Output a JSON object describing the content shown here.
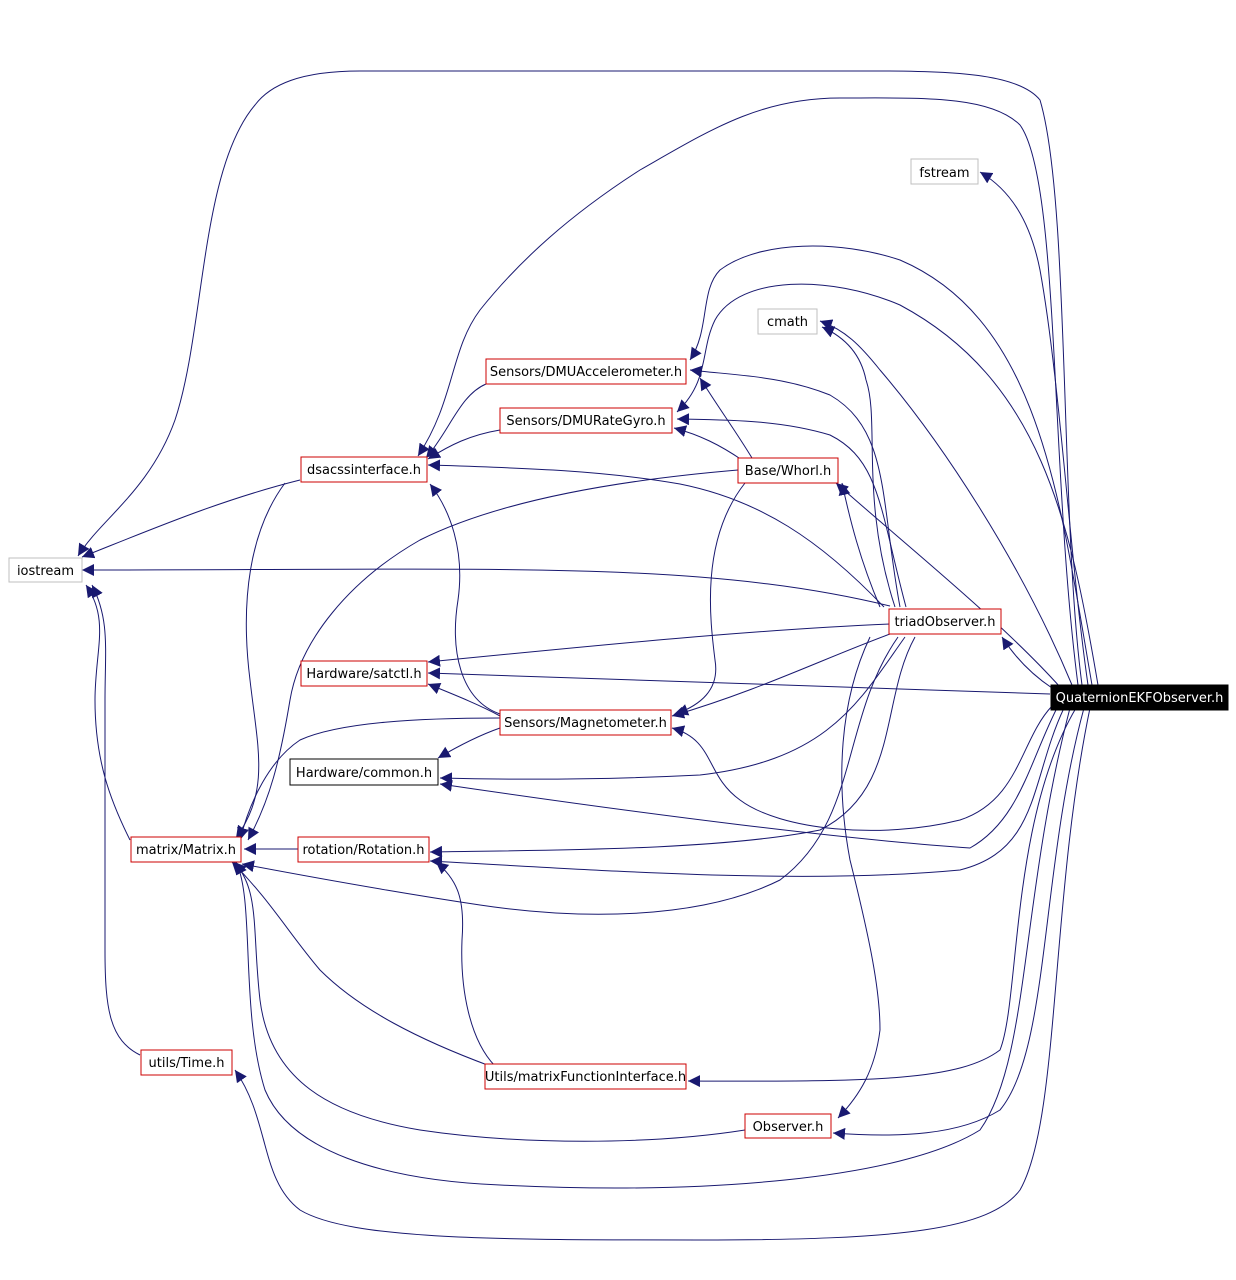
{
  "diagram": {
    "type": "include-dependency-graph",
    "colors": {
      "edge": "#191970",
      "arrowhead": "#191970",
      "documented_border": "#cc0000",
      "undocumented_border": "#bfbfbf",
      "plain_border": "#000000",
      "root_fill": "#000000",
      "root_text": "#ffffff",
      "text": "#000000"
    },
    "nodes": [
      {
        "id": "iostream",
        "label": "iostream",
        "kind": "external"
      },
      {
        "id": "fstream",
        "label": "fstream",
        "kind": "external"
      },
      {
        "id": "cmath",
        "label": "cmath",
        "kind": "external"
      },
      {
        "id": "dsacss",
        "label": "dsacssinterface.h",
        "kind": "documented"
      },
      {
        "id": "dmuaccel",
        "label": "Sensors/DMUAccelerometer.h",
        "kind": "documented"
      },
      {
        "id": "dmugyro",
        "label": "Sensors/DMURateGyro.h",
        "kind": "documented"
      },
      {
        "id": "whorl",
        "label": "Base/Whorl.h",
        "kind": "documented"
      },
      {
        "id": "triad",
        "label": "triadObserver.h",
        "kind": "documented"
      },
      {
        "id": "satctl",
        "label": "Hardware/satctl.h",
        "kind": "documented"
      },
      {
        "id": "magnet",
        "label": "Sensors/Magnetometer.h",
        "kind": "documented"
      },
      {
        "id": "common",
        "label": "Hardware/common.h",
        "kind": "plain"
      },
      {
        "id": "matrix",
        "label": "matrix/Matrix.h",
        "kind": "documented"
      },
      {
        "id": "rotation",
        "label": "rotation/Rotation.h",
        "kind": "documented"
      },
      {
        "id": "time",
        "label": "utils/Time.h",
        "kind": "documented"
      },
      {
        "id": "mfi",
        "label": "Utils/matrixFunctionInterface.h",
        "kind": "documented"
      },
      {
        "id": "observer",
        "label": "Observer.h",
        "kind": "documented"
      },
      {
        "id": "qekf",
        "label": "QuaternionEKFObserver.h",
        "kind": "root"
      }
    ],
    "edges": [
      {
        "from": "qekf",
        "to": "iostream"
      },
      {
        "from": "qekf",
        "to": "fstream"
      },
      {
        "from": "qekf",
        "to": "cmath"
      },
      {
        "from": "qekf",
        "to": "dsacss"
      },
      {
        "from": "qekf",
        "to": "dmuaccel"
      },
      {
        "from": "qekf",
        "to": "dmugyro"
      },
      {
        "from": "qekf",
        "to": "whorl"
      },
      {
        "from": "qekf",
        "to": "triad"
      },
      {
        "from": "qekf",
        "to": "satctl"
      },
      {
        "from": "qekf",
        "to": "magnet"
      },
      {
        "from": "qekf",
        "to": "common"
      },
      {
        "from": "qekf",
        "to": "matrix"
      },
      {
        "from": "qekf",
        "to": "rotation"
      },
      {
        "from": "qekf",
        "to": "time"
      },
      {
        "from": "qekf",
        "to": "mfi"
      },
      {
        "from": "qekf",
        "to": "observer"
      },
      {
        "from": "triad",
        "to": "iostream"
      },
      {
        "from": "triad",
        "to": "dsacss"
      },
      {
        "from": "triad",
        "to": "dmuaccel"
      },
      {
        "from": "triad",
        "to": "dmugyro"
      },
      {
        "from": "triad",
        "to": "whorl"
      },
      {
        "from": "triad",
        "to": "satctl"
      },
      {
        "from": "triad",
        "to": "magnet"
      },
      {
        "from": "triad",
        "to": "common"
      },
      {
        "from": "triad",
        "to": "matrix"
      },
      {
        "from": "triad",
        "to": "rotation"
      },
      {
        "from": "triad",
        "to": "cmath"
      },
      {
        "from": "triad",
        "to": "observer"
      },
      {
        "from": "whorl",
        "to": "dmuaccel"
      },
      {
        "from": "whorl",
        "to": "dmugyro"
      },
      {
        "from": "whorl",
        "to": "magnet"
      },
      {
        "from": "whorl",
        "to": "matrix"
      },
      {
        "from": "dmuaccel",
        "to": "dsacss"
      },
      {
        "from": "dmugyro",
        "to": "dsacss"
      },
      {
        "from": "dsacss",
        "to": "iostream"
      },
      {
        "from": "dsacss",
        "to": "matrix"
      },
      {
        "from": "magnet",
        "to": "dsacss"
      },
      {
        "from": "magnet",
        "to": "satctl"
      },
      {
        "from": "magnet",
        "to": "common"
      },
      {
        "from": "magnet",
        "to": "matrix"
      },
      {
        "from": "rotation",
        "to": "matrix"
      },
      {
        "from": "matrix",
        "to": "iostream"
      },
      {
        "from": "time",
        "to": "iostream"
      },
      {
        "from": "mfi",
        "to": "matrix"
      },
      {
        "from": "mfi",
        "to": "rotation"
      },
      {
        "from": "observer",
        "to": "matrix"
      }
    ]
  }
}
